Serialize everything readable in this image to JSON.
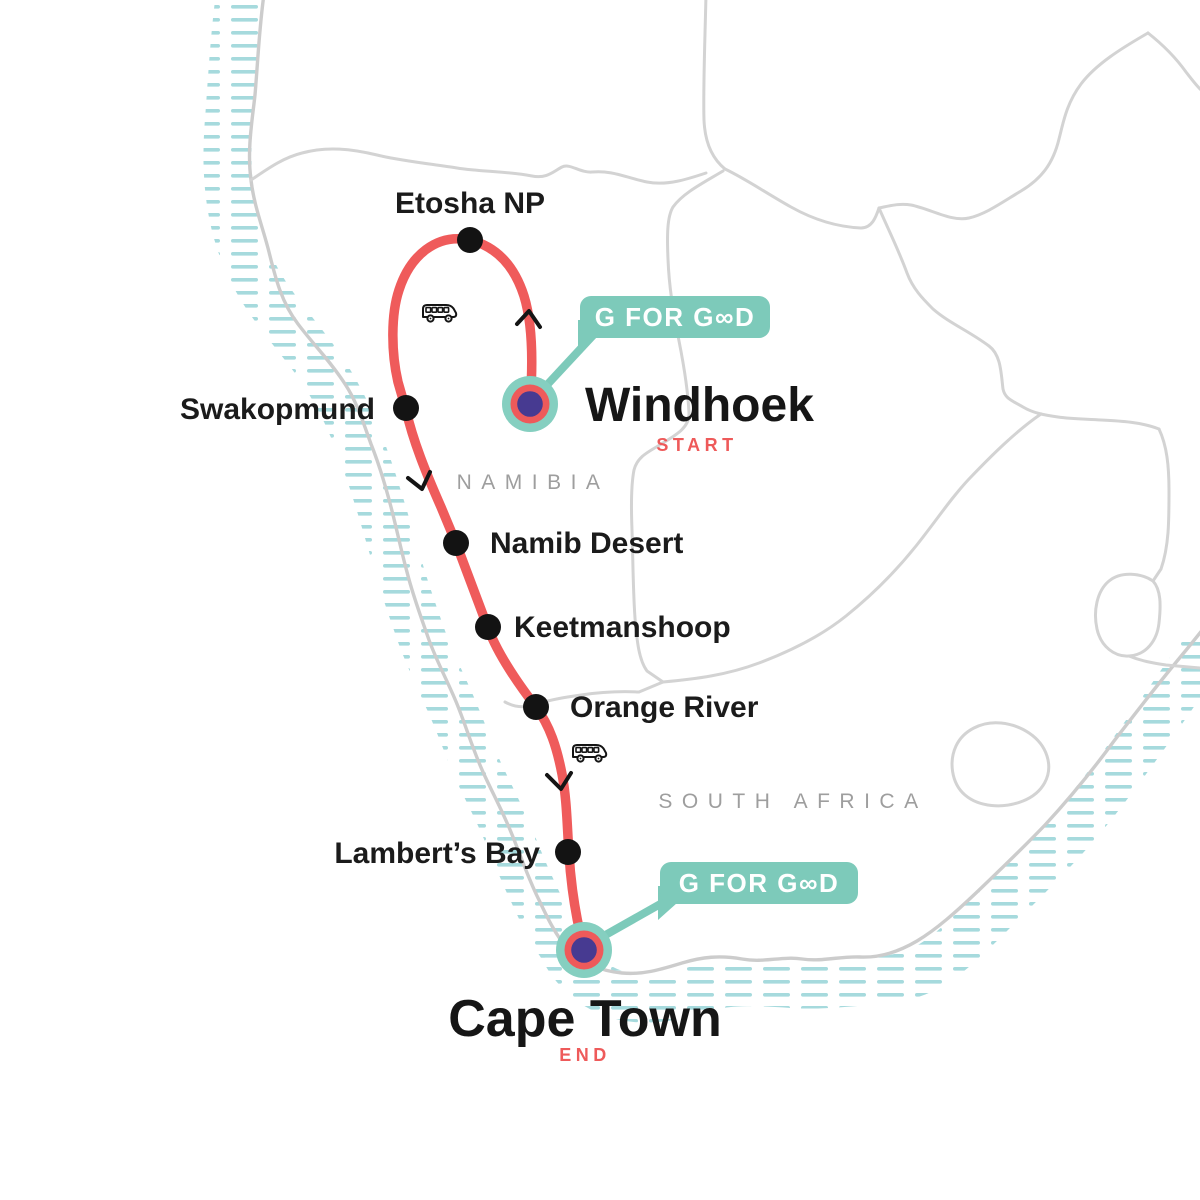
{
  "map": {
    "countries": {
      "namibia": "NAMIBIA",
      "south_africa": "SOUTH AFRICA"
    }
  },
  "route": {
    "stops": [
      {
        "label": "Etosha NP"
      },
      {
        "label": "Swakopmund"
      },
      {
        "label": "Namib Desert"
      },
      {
        "label": "Keetmanshoop"
      },
      {
        "label": "Orange River"
      },
      {
        "label": "Lambert’s Bay"
      }
    ],
    "start": {
      "city": "Windhoek",
      "tag": "START",
      "badge": "G FOR G∞D"
    },
    "end": {
      "city": "Cape Town",
      "tag": "END",
      "badge": "G FOR G∞D"
    }
  },
  "icons": {
    "bus": "minibus-outline",
    "direction": "chevron-arrowhead",
    "good_infinity": "∞"
  },
  "colors": {
    "route_red": "#EF5B5B",
    "accent_red": "#EE5A5A",
    "badge_teal": "#7DCABA",
    "marker_ring_teal": "#85CFC0",
    "marker_purple": "#473A91",
    "stop_dot_black": "#131313",
    "label_black": "#1B1B1B",
    "country_gray": "#9E9E9E",
    "border_gray": "#D3D3D3",
    "hatch_cyan": "#A6DADD"
  }
}
